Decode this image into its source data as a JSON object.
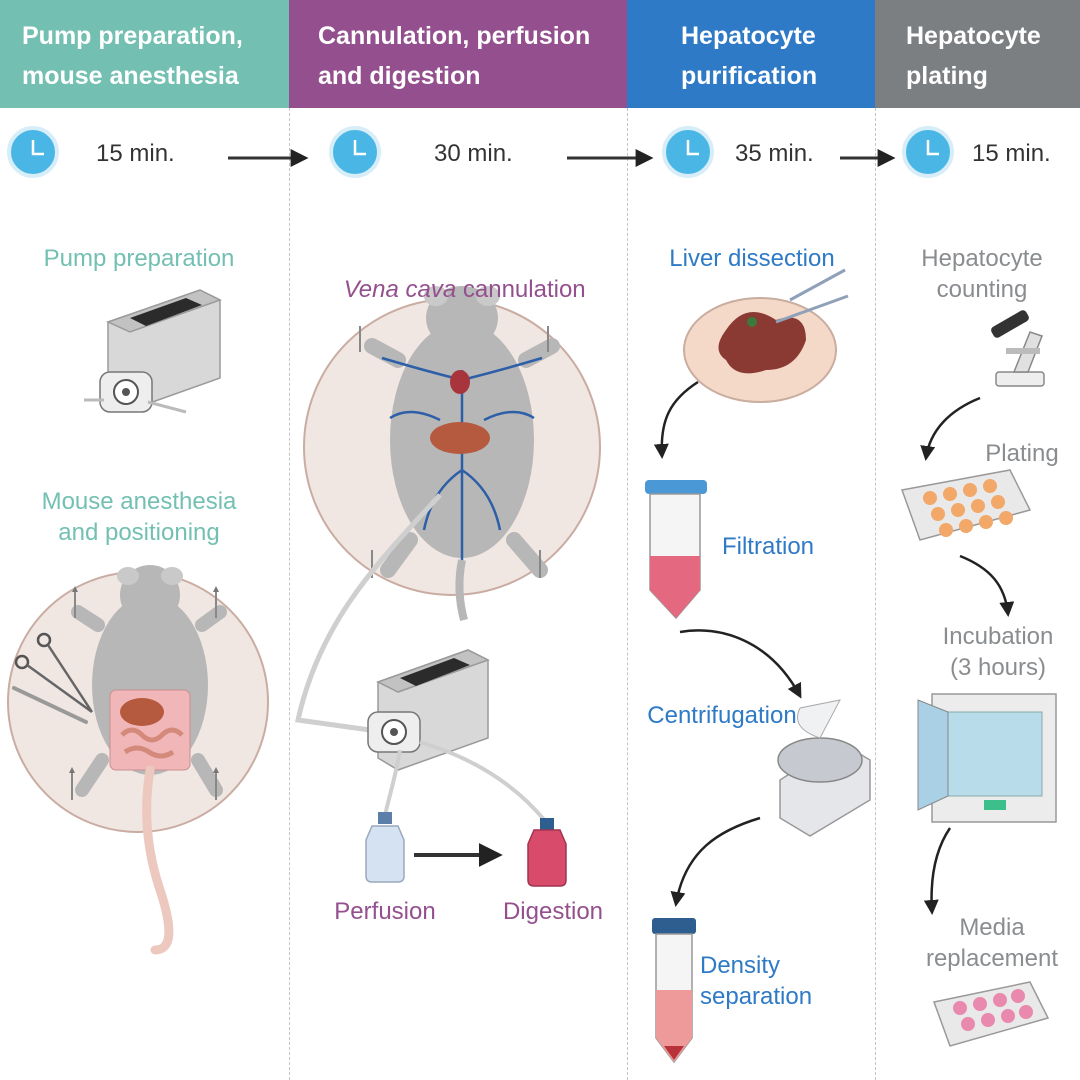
{
  "colors": {
    "teal": "#73c0b3",
    "purple": "#94508e",
    "blue": "#2e7ac6",
    "gray": "#7b7f82",
    "clock": "#4ab6e5"
  },
  "stages": [
    {
      "header": "Pump preparation,\nmouse anesthesia",
      "time": "15 min."
    },
    {
      "header": "Cannulation, perfusion\nand digestion",
      "time": "30 min."
    },
    {
      "header": "Hepatocyte\npurification",
      "time": "35 min."
    },
    {
      "header": "Hepatocyte\nplating",
      "time": "15 min."
    }
  ],
  "steps": {
    "pump_preparation": "Pump preparation",
    "mouse_anesthesia": "Mouse anesthesia\nand positioning",
    "vena_cava_italic": "Vena cava",
    "vena_cava_rest": " cannulation",
    "perfusion": "Perfusion",
    "digestion": "Digestion",
    "liver_dissection": "Liver dissection",
    "filtration": "Filtration",
    "centrifugation": "Centrifugation",
    "density_separation": "Density\nseparation",
    "hepatocyte_counting": "Hepatocyte\ncounting",
    "plating": "Plating",
    "incubation": "Incubation\n(3 hours)",
    "media_replacement": "Media\nreplacement"
  },
  "icons": [
    "clock-icon",
    "arrow-icon",
    "pump-icon",
    "mouse-icon",
    "scissors-icon",
    "bottle-icon",
    "petri-dish-icon",
    "tube-icon",
    "centrifuge-icon",
    "microscope-icon",
    "well-plate-icon",
    "incubator-icon"
  ]
}
